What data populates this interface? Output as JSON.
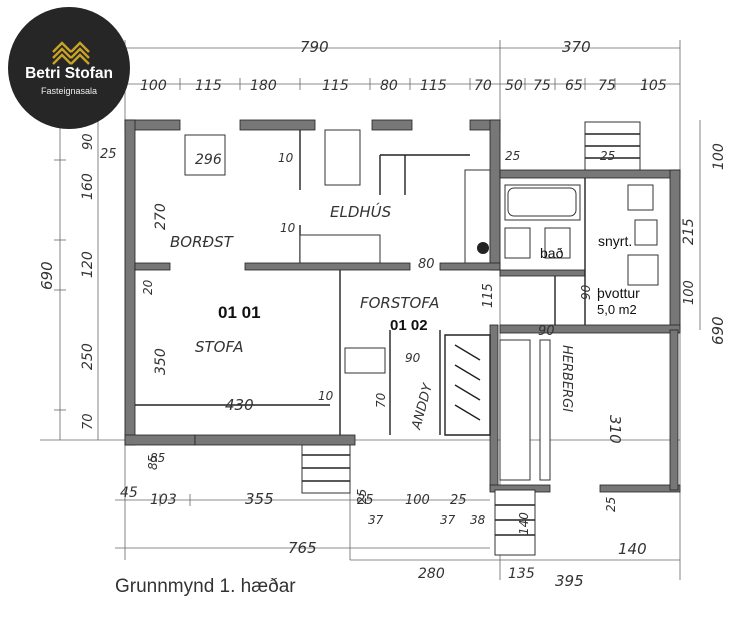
{
  "logo": {
    "name": "Betri Stofan",
    "tagline": "Fasteignasala",
    "gold": "#c9a227"
  },
  "caption": "Grunnmynd 1. hæðar",
  "rooms": {
    "stofa_id": "01 01",
    "forstofa_id": "01 02",
    "stofa": "STOFA",
    "bordst": "BORÐST",
    "eldhus": "ELDHÚS",
    "forstofa": "FORSTOFA",
    "anddyri": "ANDDY",
    "svefnherb": "HERBERGI",
    "snyrt": "snyrt.",
    "bad": "bað",
    "thvottur": "þvottur",
    "thvottur_area": "5,0 m2"
  },
  "dims": {
    "top_total_left": "790",
    "top_total_right": "370",
    "top_chain": [
      "100",
      "115",
      "180",
      "115",
      "80",
      "115",
      "70",
      "50",
      "75",
      "65",
      "75",
      "105"
    ],
    "left_total": "690",
    "left_chain": [
      "90",
      "160",
      "120",
      "250",
      "70"
    ],
    "left_inner": [
      "25",
      "270",
      "350",
      "85"
    ],
    "right_total": "690",
    "right_chain": [
      "100",
      "215",
      "100"
    ],
    "bottom_row1": [
      "45",
      "103",
      "355"
    ],
    "bottom_row2": [
      "25",
      "100",
      "25"
    ],
    "bottom_row2b": [
      "37",
      "37",
      "38"
    ],
    "bottom_total": "765",
    "bottom_row3": [
      "280",
      "135",
      "395"
    ],
    "bottom_right": "140",
    "bottom_140b": "140",
    "inner": [
      "296",
      "10",
      "80",
      "115",
      "90",
      "90",
      "430",
      "10",
      "90",
      "70",
      "310",
      "25",
      "25",
      "25",
      "25",
      "85",
      "10",
      "20"
    ]
  }
}
